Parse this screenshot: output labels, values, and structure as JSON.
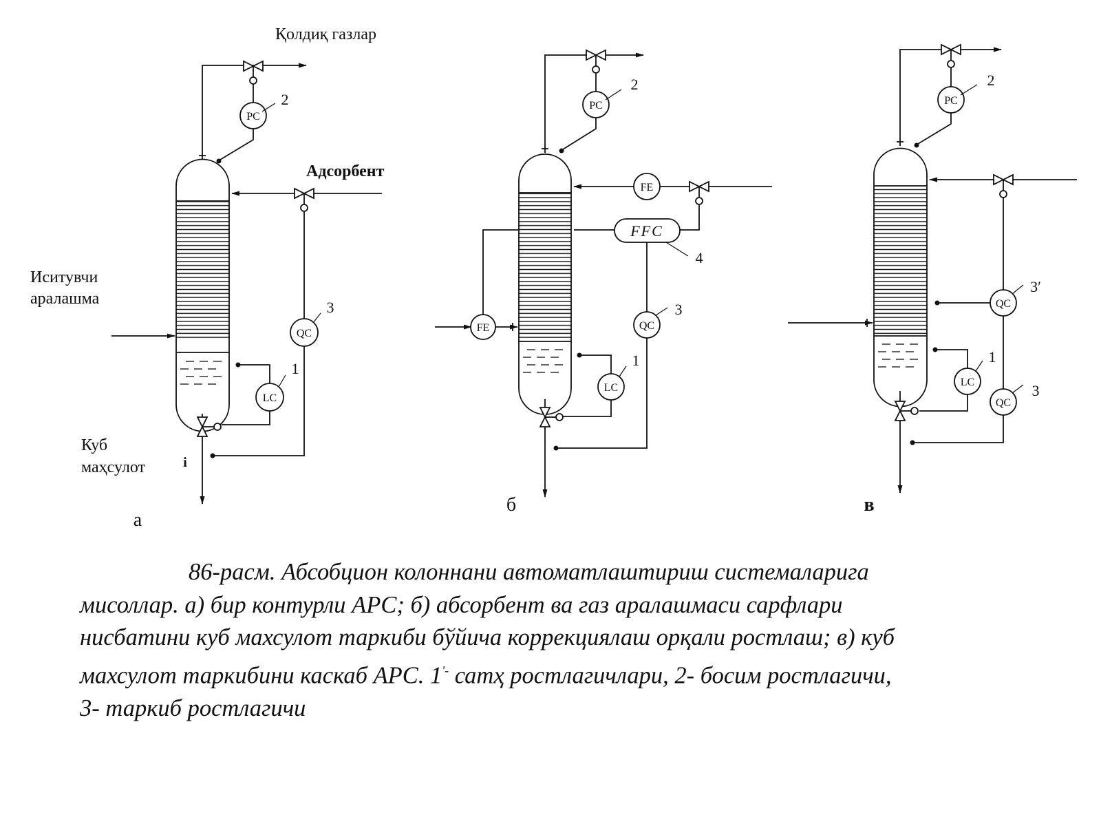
{
  "diagram": {
    "a": {
      "label": "а",
      "top_stream": "Қолдиқ газлар",
      "absorbent_stream": "Адсорбент",
      "feed_stream_line1": "Иситувчи",
      "feed_stream_line2": "аралашма",
      "bottom_stream_line1": "Куб",
      "bottom_stream_line2": "маҳсулот",
      "mark": "i",
      "pc": "PC",
      "pc_num": "2",
      "qc": "QC",
      "qc_num": "3",
      "lc": "LC",
      "lc_num": "1"
    },
    "b": {
      "label": "б",
      "pc": "PC",
      "pc_num": "2",
      "fe_top": "FE",
      "ffc": "FFC",
      "ffc_num": "4",
      "fe_left": "FE",
      "qc": "QC",
      "qc_num": "3",
      "lc": "LC",
      "lc_num": "1"
    },
    "c": {
      "label": "в",
      "pc": "PC",
      "pc_num": "2",
      "qc_upper": "QC",
      "qc_upper_num": "3′",
      "lc": "LC",
      "lc_num": "1",
      "qc_lower": "QC",
      "qc_lower_num": "3"
    }
  },
  "caption": {
    "line1": "86-расм. Абсобцион колоннани автоматлаштириш системаларига",
    "line2": "мисоллар. а) бир контурли АРС; б) абсорбент ва газ аралашмаси сарфлари",
    "line3": "нисбатини куб махсулот таркиби бўйича коррекциялаш орқали ростлаш; в) куб",
    "line4a": "махсулот таркибини каскаб АРС.  1",
    "line4sup": "'-",
    "line4b": " сатҳ ростлагичлари, 2- босим ростлагичи,",
    "line5": "3- таркиб ростлагичи"
  }
}
